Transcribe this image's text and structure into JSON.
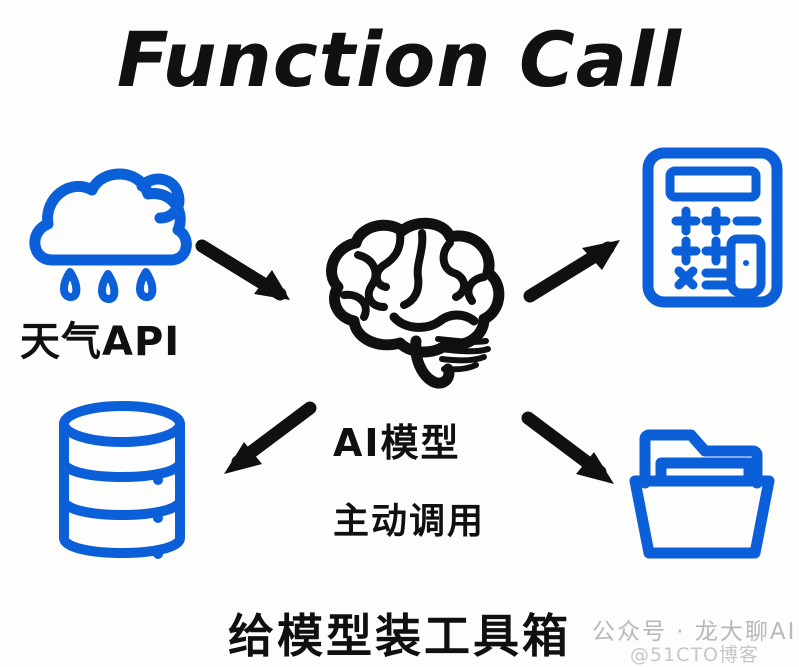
{
  "meta": {
    "background_color": "#fdfdfc",
    "accent_blue": "#0b5fd8",
    "ink_black": "#101010",
    "watermark_gray": "#b8b8b8"
  },
  "title": "Function Call",
  "center": {
    "model_label": "AI模型",
    "action_label": "主动调用"
  },
  "nodes": {
    "weather": {
      "label": "天气API",
      "icon": "rain-cloud-icon",
      "color": "#0b5fd8"
    },
    "brain": {
      "label": "",
      "icon": "brain-icon",
      "color": "#101010"
    },
    "calculator": {
      "label": "",
      "icon": "calculator-icon",
      "color": "#0b5fd8"
    },
    "database": {
      "label": "",
      "icon": "database-icon",
      "color": "#0b5fd8"
    },
    "folder": {
      "label": "",
      "icon": "folder-icon",
      "color": "#0b5fd8"
    }
  },
  "arrows": [
    {
      "name": "cloud-to-brain",
      "from": "weather",
      "to": "brain",
      "direction": "down-right"
    },
    {
      "name": "brain-to-calculator",
      "from": "brain",
      "to": "calculator",
      "direction": "up-right"
    },
    {
      "name": "brain-to-database",
      "from": "brain",
      "to": "database",
      "direction": "down-left"
    },
    {
      "name": "brain-to-folder",
      "from": "brain",
      "to": "folder",
      "direction": "down-right"
    }
  ],
  "caption": "给模型装工具箱",
  "watermark": {
    "main": "公众号 · 龙大聊AI",
    "sub": "@51CTO博客"
  }
}
